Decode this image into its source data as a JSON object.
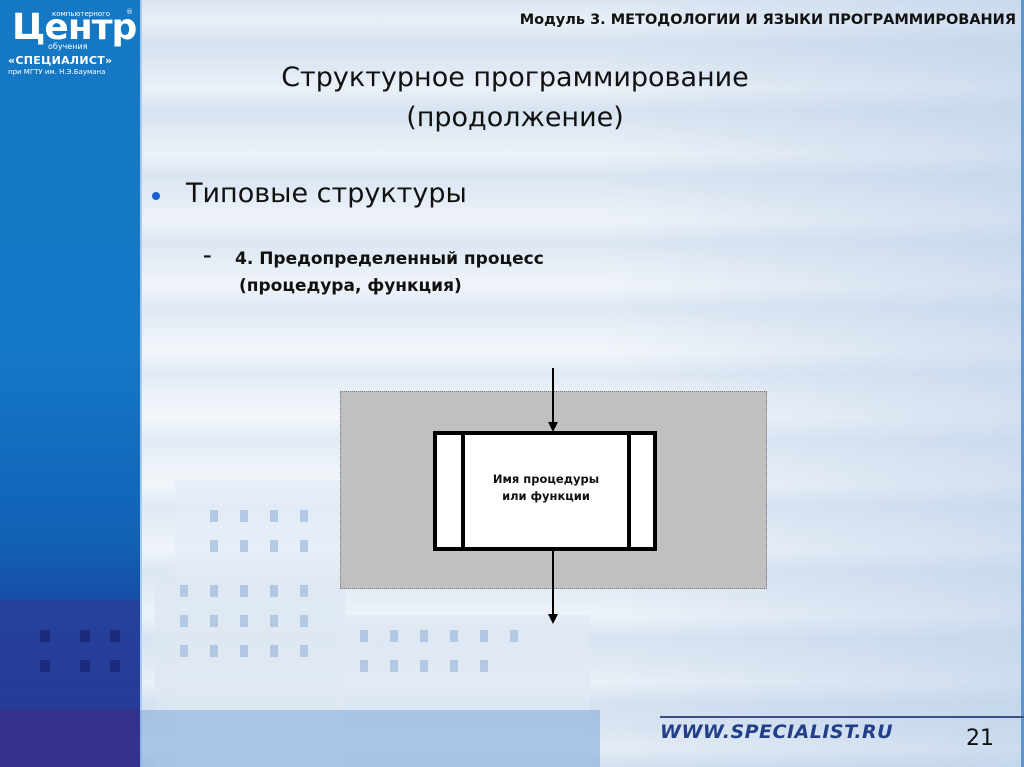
{
  "logo": {
    "small_top": "компьютерного",
    "big": "Центр",
    "small_mid": "обучения",
    "brand": "«СПЕЦИАЛИСТ»",
    "sub": "при МГТУ им. Н.Э.Баумана",
    "registered_mark": "®"
  },
  "header": {
    "module": "Модуль 3. МЕТОДОЛОГИИ И ЯЗЫКИ ПРОГРАММИРОВАНИЯ"
  },
  "slide": {
    "title_line1": "Структурное программирование",
    "title_line2": "(продолжение)",
    "bullet": "Типовые структуры",
    "sub_dash": "–",
    "sub_line1": "4. Предопределенный процесс",
    "sub_line2": "(процедура, функция)"
  },
  "diagram": {
    "box_label_line1": "Имя процедуры",
    "box_label_line2": "или функции",
    "colors": {
      "background_region": "#c0c0c0",
      "box_fill": "#ffffff",
      "stroke": "#000000"
    }
  },
  "footer": {
    "url": "WWW.SPECIALIST.RU",
    "page_number": "21"
  },
  "colors": {
    "left_panel": "#1578c4",
    "bullet": "#1a5fcf",
    "footer_url": "#233f8a"
  }
}
